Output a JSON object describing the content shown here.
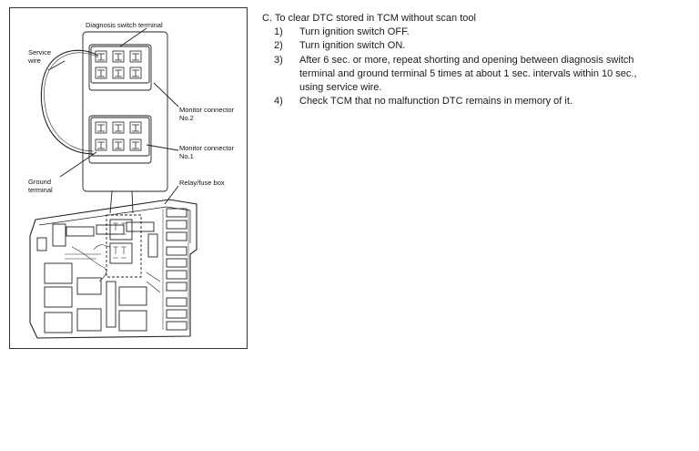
{
  "figure": {
    "labels": {
      "diagnosis_switch_terminal": "Diagnosis switch terminal",
      "service_wire_1": "Service",
      "service_wire_2": "wire",
      "monitor_connector_2_a": "Monitor connector",
      "monitor_connector_2_b": "No.2",
      "monitor_connector_1_a": "Monitor connector",
      "monitor_connector_1_b": "No.1",
      "ground_terminal_1": "Ground",
      "ground_terminal_2": "terminal",
      "relay_fuse_box": "Relay/fuse box"
    }
  },
  "instructions": {
    "heading": "C. To clear DTC stored in TCM without scan tool",
    "steps": [
      {
        "num": "1)",
        "text": "Turn ignition switch OFF."
      },
      {
        "num": "2)",
        "text": "Turn ignition switch ON."
      },
      {
        "num": "3)",
        "text": "After 6 sec. or more, repeat shorting and opening between diagnosis switch terminal and ground terminal 5 times at about 1 sec. intervals within 10 sec., using service wire."
      },
      {
        "num": "4)",
        "text": "Check TCM that no malfunction DTC remains in memory of it."
      }
    ]
  }
}
